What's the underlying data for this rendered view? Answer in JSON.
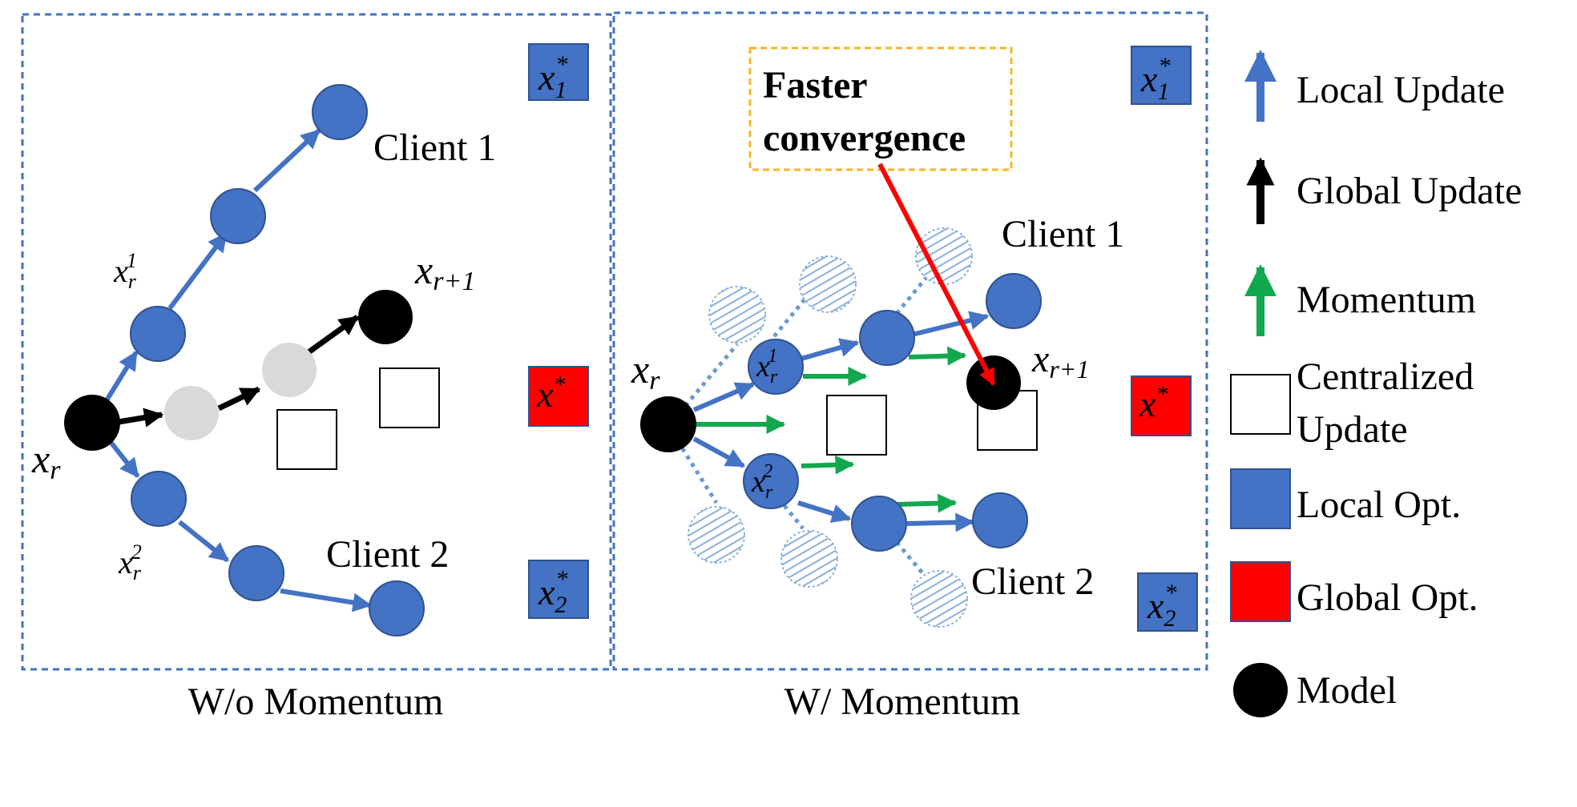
{
  "panels": {
    "left": {
      "caption": "W/o Momentum"
    },
    "right": {
      "caption": "W/ Momentum"
    }
  },
  "labels": {
    "client1": "Client 1",
    "client2": "Client 2",
    "callout": [
      "Faster",
      "convergence"
    ],
    "x_r": "x",
    "x_r_sub": "r",
    "x_r1_sub": "r+1",
    "x_r_c1_sup": "1",
    "x_r_c2_sup": "2",
    "opt_local1_sub": "1",
    "opt_local2_sub": "2",
    "opt_star": "*"
  },
  "legend": [
    {
      "icon": "blue-arrow-icon",
      "text": "Local Update"
    },
    {
      "icon": "black-arrow-icon",
      "text": "Global Update"
    },
    {
      "icon": "green-arrow-icon",
      "text": "Momentum"
    },
    {
      "icon": "white-square-icon",
      "text": "Centralized"
    },
    {
      "icon": "white-square-icon",
      "text": "Update"
    },
    {
      "icon": "blue-square-icon",
      "text": "Local Opt."
    },
    {
      "icon": "red-square-icon",
      "text": "Global Opt."
    },
    {
      "icon": "black-circle-icon",
      "text": "Model"
    }
  ],
  "colors": {
    "local": "#4472C4",
    "global": "#000000",
    "momentum": "#11A84E",
    "global_opt": "#FF0000",
    "callout_border": "#F2B824",
    "panel_border": "#4472C4",
    "hatched": "#8AB0DA",
    "ghost": "#D9D9D9"
  }
}
